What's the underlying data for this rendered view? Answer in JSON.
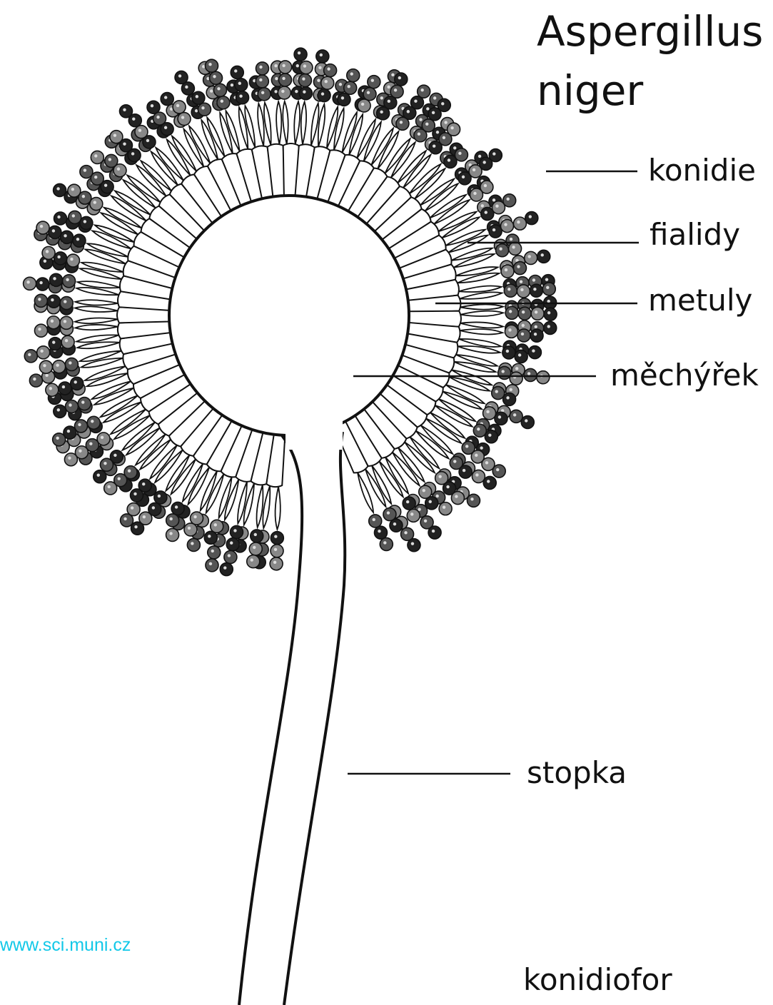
{
  "diagram": {
    "title_line1": "Aspergillus",
    "title_line2": "niger",
    "labels": {
      "konidie": "konidie",
      "fialidy": "fialidy",
      "metuly": "metuly",
      "mechyrek": "měchýřek",
      "stopka": "stopka",
      "konidiofor": "konidiofor"
    },
    "credit": "www.sci.muni.cz",
    "colors": {
      "ink": "#111111",
      "credit": "#12c8e8",
      "background": "#ffffff"
    }
  }
}
